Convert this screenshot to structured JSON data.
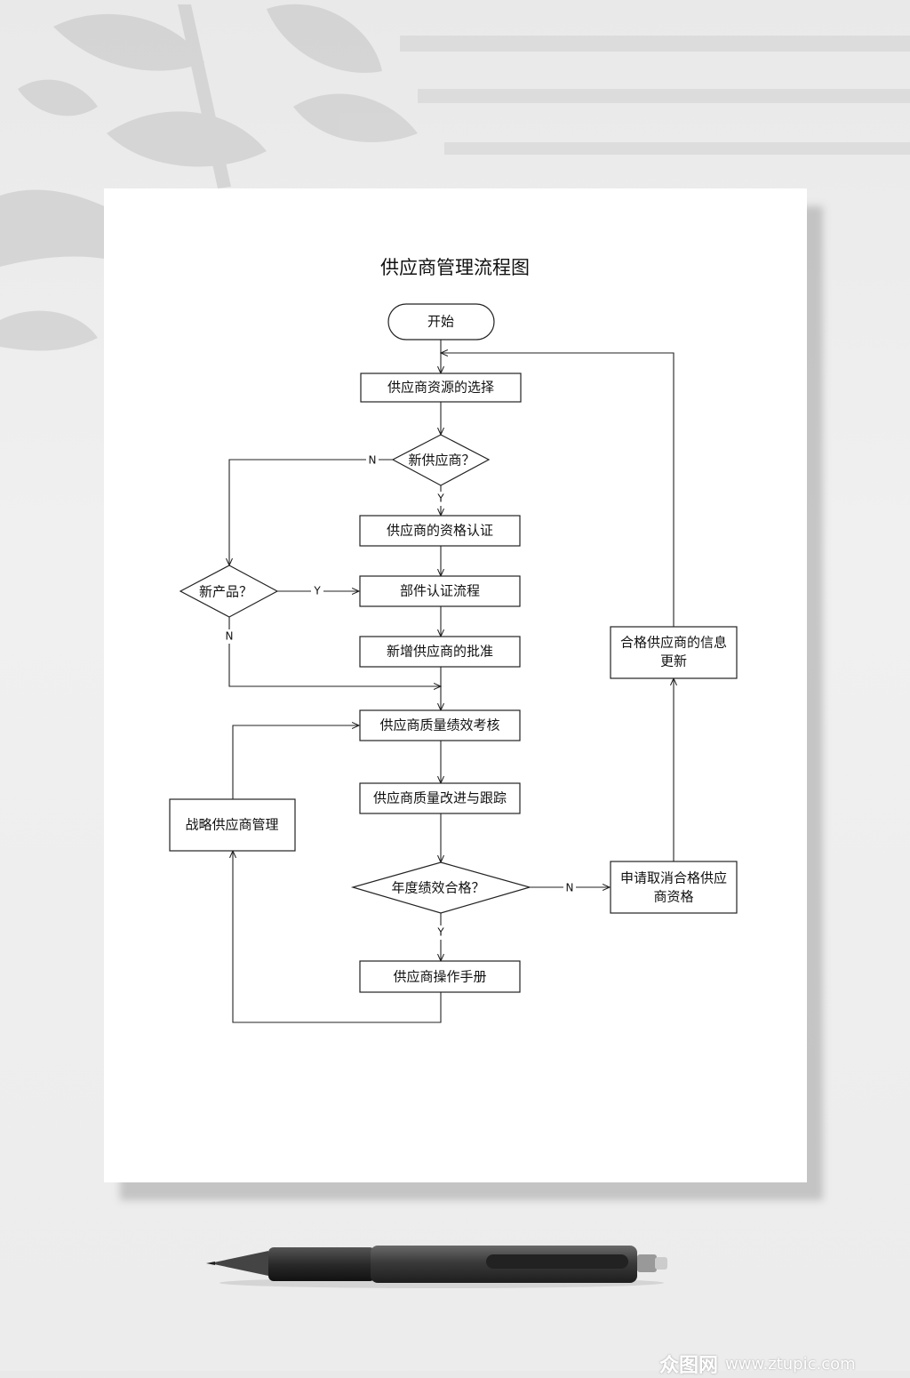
{
  "title": "供应商管理流程图",
  "nodes": {
    "start": "开始",
    "select": "供应商资源的选择",
    "new_supplier_q": "新供应商？",
    "qualification": "供应商的资格认证",
    "new_product_q": "新产品？",
    "part_cert": "部件认证流程",
    "approve": "新增供应商的批准",
    "perf_review": "供应商质量绩效考核",
    "improve": "供应商质量改进与跟踪",
    "strategic": "战略供应商管理",
    "annual_q": "年度绩效合格？",
    "manual": "供应商操作手册",
    "cancel_line1": "申请取消合格供应",
    "cancel_line2": "商资格",
    "update_line1": "合格供应商的信息",
    "update_line2": "更新"
  },
  "edge_labels": {
    "n1": "N",
    "y1": "Y",
    "y2": "Y",
    "n2": "N",
    "n3": "N",
    "y3": "Y"
  },
  "watermark": {
    "logo": "众图网",
    "url": "www.ztupic.com"
  }
}
